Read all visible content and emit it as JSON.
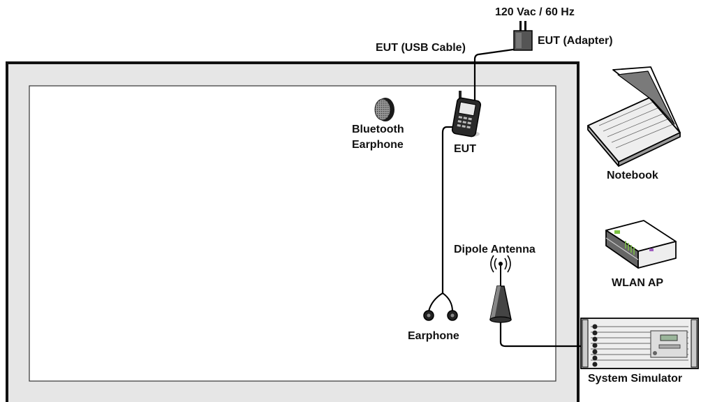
{
  "labels": {
    "power": "120 Vac / 60 Hz",
    "eut_adapter": "EUT (Adapter)",
    "eut_usb_cable": "EUT (USB Cable)",
    "bluetooth_line1": "Bluetooth",
    "bluetooth_line2": "Earphone",
    "eut": "EUT",
    "notebook": "Notebook",
    "wlan_ap": "WLAN AP",
    "dipole_antenna": "Dipole Antenna",
    "earphone": "Earphone",
    "system_simulator": "System Simulator"
  },
  "colors": {
    "chamber_fill": "#e6e6e6",
    "chamber_border": "#111111",
    "inner_area": "#ffffff",
    "cable": "#000000",
    "wlan_accent": "#7dc243"
  },
  "icons": {
    "power_plug": "power-plug-icon",
    "adapter": "adapter-icon",
    "phone": "mobile-phone-icon",
    "bluetooth_earphone": "bluetooth-earphone-icon",
    "notebook": "laptop-icon",
    "wlan_ap": "router-icon",
    "antenna": "dipole-antenna-icon",
    "earphone": "earphone-icon",
    "simulator": "rack-simulator-icon"
  }
}
